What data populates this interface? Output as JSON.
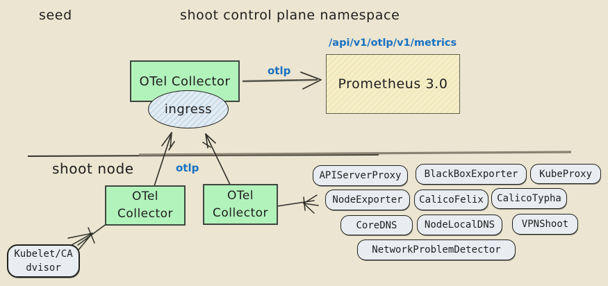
{
  "colors": {
    "background": "#ebe5d1",
    "collector_fill": "#b2f2bb",
    "prometheus_fill": "#f5eec8",
    "pill_fill": "#e9edf2",
    "ingress_fill": "#e3ecf3",
    "accent_blue": "#1971c2",
    "ink": "#1e1e1e"
  },
  "regions": {
    "seed_label": "seed",
    "control_plane_label": "shoot control plane namespace",
    "shoot_node_label": "shoot node"
  },
  "nodes": {
    "seed_collector": "OTel Collector",
    "prometheus": "Prometheus 3.0",
    "ingress": "ingress",
    "node_collector_left": {
      "line1": "OTel",
      "line2": "Collector"
    },
    "node_collector_right": {
      "line1": "OTel",
      "line2": "Collector"
    },
    "kubelet": {
      "line1": "Kubelet/CA",
      "line2": "dvisor"
    }
  },
  "edges": {
    "seed_otlp_label": "otlp",
    "node_otlp_label": "otlp",
    "prometheus_endpoint": "/api/v1/otlp/v1/metrics"
  },
  "pods": [
    "APIServerProxy",
    "BlackBoxExporter",
    "KubeProxy",
    "NodeExporter",
    "CalicoFelix",
    "CalicoTypha",
    "CoreDNS",
    "NodeLocalDNS",
    "VPNShoot",
    "NetworkProblemDetector"
  ]
}
